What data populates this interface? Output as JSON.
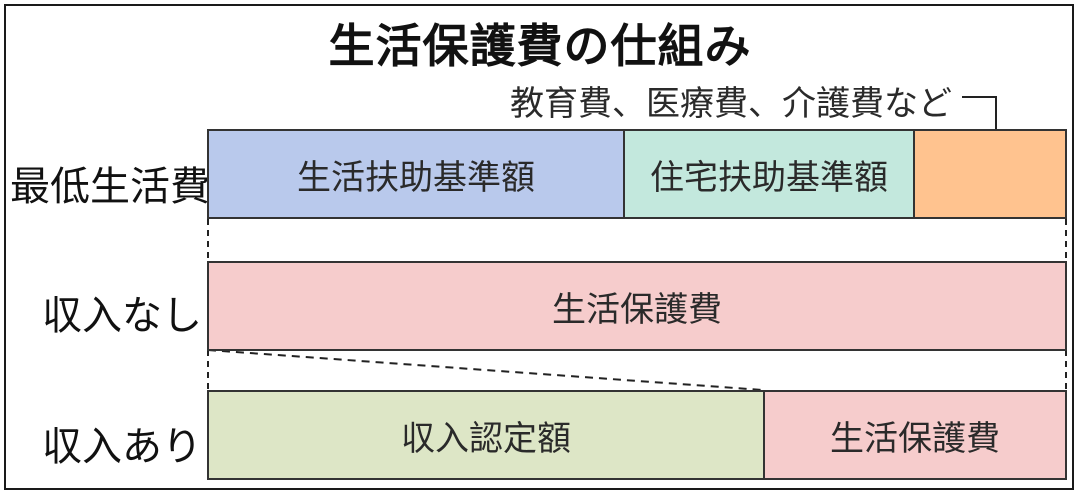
{
  "title": "生活保護費の仕組み",
  "annotation": "教育費、医療費、介護費など",
  "rows": {
    "minimum": {
      "label": "最低生活費",
      "segments": [
        {
          "text": "生活扶助基準額",
          "color": "#b9c9ec"
        },
        {
          "text": "住宅扶助基準額",
          "color": "#c3e8dd"
        },
        {
          "text": "",
          "color": "#ffc38f"
        }
      ]
    },
    "no_income": {
      "label": "収入なし",
      "segments": [
        {
          "text": "生活保護費",
          "color": "#f6cccc"
        }
      ]
    },
    "with_income": {
      "label": "収入あり",
      "segments": [
        {
          "text": "収入認定額",
          "color": "#dde6c6"
        },
        {
          "text": "生活保護費",
          "color": "#f6cccc"
        }
      ]
    }
  }
}
